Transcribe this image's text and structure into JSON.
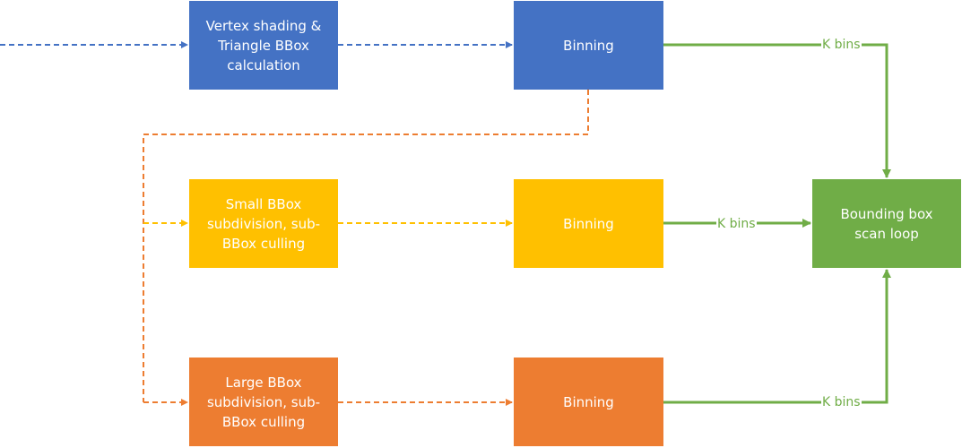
{
  "boxes": {
    "vertex": "Vertex shading &\nTriangle BBox\ncalculation",
    "binning_top": "Binning",
    "small": "Small BBox\nsubdivision, sub-\nBBox culling",
    "binning_middle": "Binning",
    "large": "Large BBox\nsubdivision, sub-\nBBox culling",
    "binning_bottom": "Binning",
    "scan": "Bounding box\nscan loop"
  },
  "edge_labels": {
    "top": "K bins",
    "middle": "K bins",
    "bottom": "K bins"
  },
  "colors": {
    "blue": "#4472c4",
    "yellow": "#ffc000",
    "orange": "#ed7d31",
    "green": "#70ad47"
  }
}
